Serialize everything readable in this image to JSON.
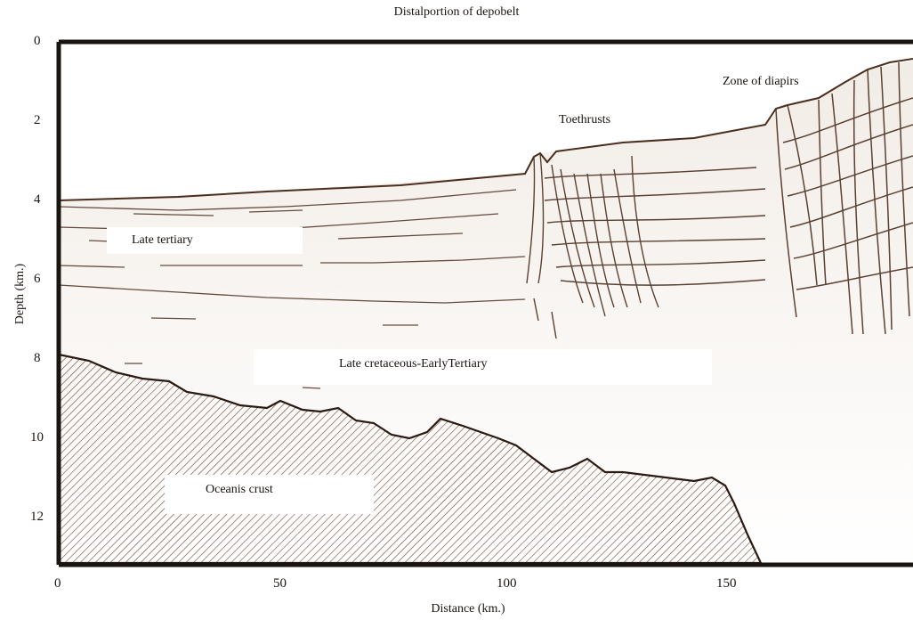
{
  "title": "Distalportion of depobelt",
  "axes": {
    "x_label": "Distance (km.)",
    "y_label": "Depth (km.)",
    "x_ticks": [
      "0",
      "50",
      "100",
      "150"
    ],
    "y_ticks": [
      "0",
      "2",
      "4",
      "6",
      "8",
      "10",
      "12"
    ]
  },
  "labels": {
    "late_tertiary": "Late tertiary",
    "late_cretaceous": "Late cretaceous-EarlyTertiary",
    "oceanic_crust": "Oceanis crust",
    "toethrusts": "Toethrusts",
    "zone_of_diapirs": "Zone of diapirs"
  },
  "colors": {
    "ink": "#4a2e1e",
    "frame": "#1a1410",
    "crust_hatch": "#6b4a3a"
  }
}
